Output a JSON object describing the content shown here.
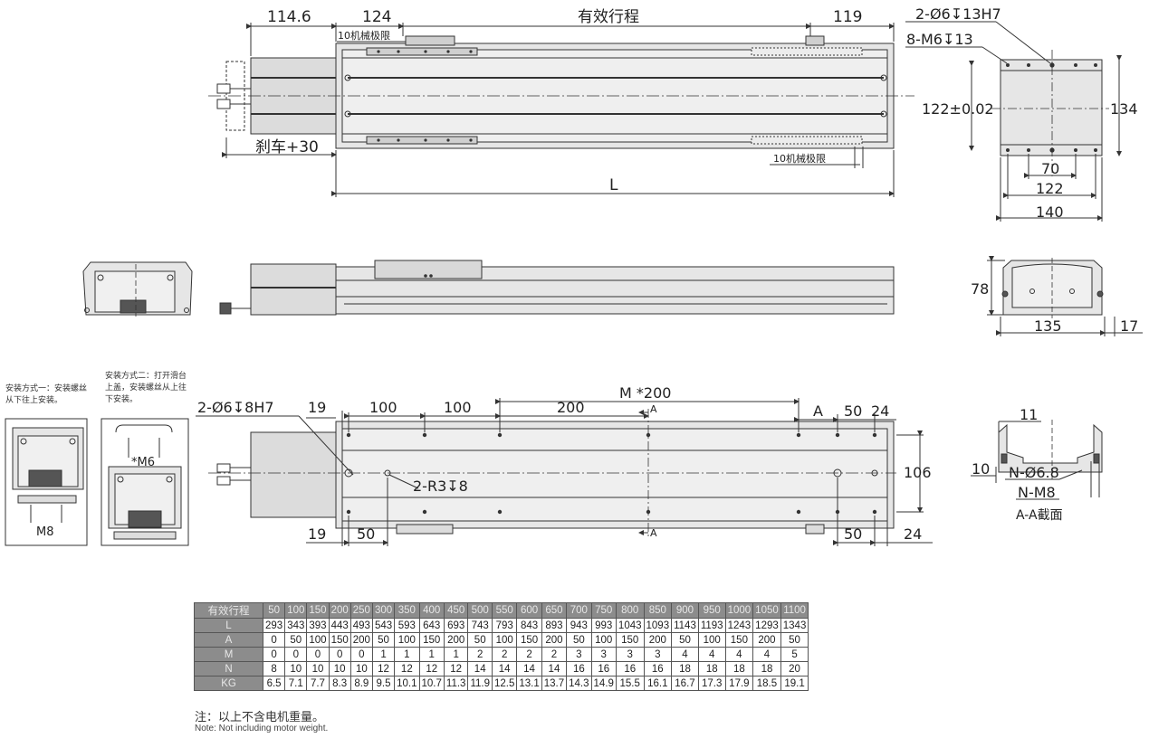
{
  "top_view": {
    "dim_motor": "114.6",
    "dim_left": "124",
    "dim_stroke": "有效行程",
    "dim_right": "119",
    "mech_limit_left": "10机械极限",
    "mech_limit_right": "10机械极限",
    "brake": "刹车+30",
    "dim_L": "L"
  },
  "end_view_top": {
    "holes_h7": "2-Ø6↧13H7",
    "holes_m6": "8-M6↧13",
    "dim_122_tol": "122±0.02",
    "dim_134": "134",
    "dim_70": "70",
    "dim_122": "122",
    "dim_140": "140"
  },
  "end_view_mid": {
    "dim_78": "78",
    "dim_135": "135",
    "dim_17": "17"
  },
  "bottom_view": {
    "holes_h7": "2-Ø6↧8H7",
    "dim_19_top": "19",
    "dim_100_a": "100",
    "dim_100_b": "100",
    "dim_200": "200",
    "dim_M200": "M *200",
    "dim_A": "A",
    "dim_50_top": "50",
    "dim_24_top": "24",
    "holes_r3": "2-R3↧8",
    "dim_106": "106",
    "dim_19_bot": "19",
    "dim_50_bot": "50",
    "dim_50_right": "50",
    "dim_24_right": "24",
    "section_mark_a": "A",
    "section_mark_b": "A"
  },
  "section_view": {
    "dim_11": "11",
    "dim_10": "10",
    "holes_n": "N-Ø6.8",
    "holes_nm": "N-M8",
    "title": "A-A截面"
  },
  "mount_notes": {
    "method1": "安装方式一：安装螺丝从下往上安装。",
    "method2": "安装方式二：打开滑台上盖，安装螺丝从上往下安装。",
    "label_m8": "M8",
    "label_m6": "*M6"
  },
  "table": {
    "rows": [
      {
        "label": "有效行程",
        "values": [
          "50",
          "100",
          "150",
          "200",
          "250",
          "300",
          "350",
          "400",
          "450",
          "500",
          "550",
          "600",
          "650",
          "700",
          "750",
          "800",
          "850",
          "900",
          "950",
          "1000",
          "1050",
          "1100"
        ]
      },
      {
        "label": "L",
        "values": [
          "293",
          "343",
          "393",
          "443",
          "493",
          "543",
          "593",
          "643",
          "693",
          "743",
          "793",
          "843",
          "893",
          "943",
          "993",
          "1043",
          "1093",
          "1143",
          "1193",
          "1243",
          "1293",
          "1343"
        ]
      },
      {
        "label": "A",
        "values": [
          "0",
          "50",
          "100",
          "150",
          "200",
          "50",
          "100",
          "150",
          "200",
          "50",
          "100",
          "150",
          "200",
          "50",
          "100",
          "150",
          "200",
          "50",
          "100",
          "150",
          "200",
          "50"
        ]
      },
      {
        "label": "M",
        "values": [
          "0",
          "0",
          "0",
          "0",
          "0",
          "1",
          "1",
          "1",
          "1",
          "2",
          "2",
          "2",
          "2",
          "3",
          "3",
          "3",
          "3",
          "4",
          "4",
          "4",
          "4",
          "5"
        ]
      },
      {
        "label": "N",
        "values": [
          "8",
          "10",
          "10",
          "10",
          "10",
          "12",
          "12",
          "12",
          "12",
          "14",
          "14",
          "14",
          "14",
          "16",
          "16",
          "16",
          "16",
          "18",
          "18",
          "18",
          "18",
          "20"
        ]
      },
      {
        "label": "KG",
        "values": [
          "6.5",
          "7.1",
          "7.7",
          "8.3",
          "8.9",
          "9.5",
          "10.1",
          "10.7",
          "11.3",
          "11.9",
          "12.5",
          "13.1",
          "13.7",
          "14.3",
          "14.9",
          "15.5",
          "16.1",
          "16.7",
          "17.3",
          "17.9",
          "18.5",
          "19.1"
        ]
      }
    ]
  },
  "footnote_cn": "注：以上不含电机重量。",
  "footnote_en": "Note: Not including motor weight.",
  "colors": {
    "body_fill": "#e6e6e6",
    "line": "#333333",
    "header_fill": "#8c8c8c"
  }
}
